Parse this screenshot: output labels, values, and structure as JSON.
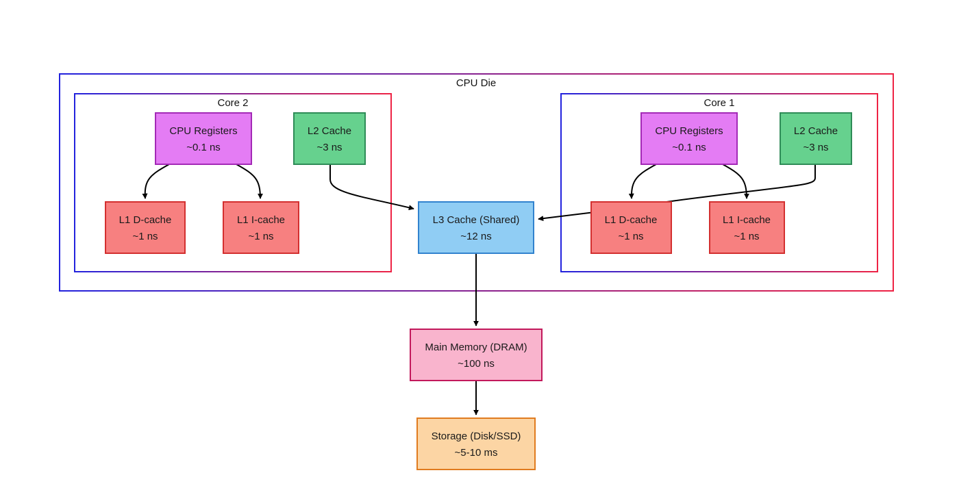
{
  "die": {
    "label": "CPU Die",
    "gradient": {
      "from": "#2222dd",
      "to": "#ee2244"
    }
  },
  "cores": [
    {
      "key": "core2",
      "label": "Core 2"
    },
    {
      "key": "core1",
      "label": "Core 1"
    }
  ],
  "nodes": {
    "c2_regs": {
      "title": "CPU Registers",
      "latency": "~0.1 ns",
      "fill": "#e47cf4",
      "stroke": "#a329b6"
    },
    "c2_l2": {
      "title": "L2 Cache",
      "latency": "~3 ns",
      "fill": "#66d18e",
      "stroke": "#2e8b57"
    },
    "c2_l1d": {
      "title": "L1 D-cache",
      "latency": "~1 ns",
      "fill": "#f78080",
      "stroke": "#d32f2f"
    },
    "c2_l1i": {
      "title": "L1 I-cache",
      "latency": "~1 ns",
      "fill": "#f78080",
      "stroke": "#d32f2f"
    },
    "c1_regs": {
      "title": "CPU Registers",
      "latency": "~0.1 ns",
      "fill": "#e47cf4",
      "stroke": "#a329b6"
    },
    "c1_l2": {
      "title": "L2 Cache",
      "latency": "~3 ns",
      "fill": "#66d18e",
      "stroke": "#2e8b57"
    },
    "c1_l1d": {
      "title": "L1 D-cache",
      "latency": "~1 ns",
      "fill": "#f78080",
      "stroke": "#d32f2f"
    },
    "c1_l1i": {
      "title": "L1 I-cache",
      "latency": "~1 ns",
      "fill": "#f78080",
      "stroke": "#d32f2f"
    },
    "l3": {
      "title": "L3 Cache (Shared)",
      "latency": "~12 ns",
      "fill": "#90cdf4",
      "stroke": "#3182ce"
    },
    "dram": {
      "title": "Main Memory (DRAM)",
      "latency": "~100 ns",
      "fill": "#f9b4cd",
      "stroke": "#c2185b"
    },
    "storage": {
      "title": "Storage (Disk/SSD)",
      "latency": "~5-10 ms",
      "fill": "#fcd5a4",
      "stroke": "#e07b1f"
    }
  },
  "edges": [
    {
      "from": "c2_regs",
      "to": "c2_l1d"
    },
    {
      "from": "c2_regs",
      "to": "c2_l1i"
    },
    {
      "from": "c2_l2",
      "to": "l3"
    },
    {
      "from": "c1_regs",
      "to": "c1_l1d"
    },
    {
      "from": "c1_regs",
      "to": "c1_l1i"
    },
    {
      "from": "c1_l2",
      "to": "l3"
    },
    {
      "from": "l3",
      "to": "dram"
    },
    {
      "from": "dram",
      "to": "storage"
    }
  ]
}
